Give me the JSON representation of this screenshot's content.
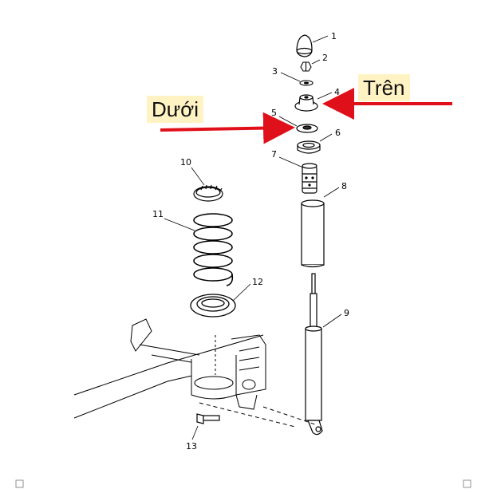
{
  "callouts": {
    "upper": "Trên",
    "lower": "Dưới"
  },
  "part_numbers": [
    "1",
    "2",
    "3",
    "4",
    "5",
    "6",
    "7",
    "8",
    "9",
    "10",
    "11",
    "12",
    "13"
  ],
  "colors": {
    "arrow": "#e0101a",
    "callout_bg": "#fff3c4",
    "line": "#000000"
  }
}
